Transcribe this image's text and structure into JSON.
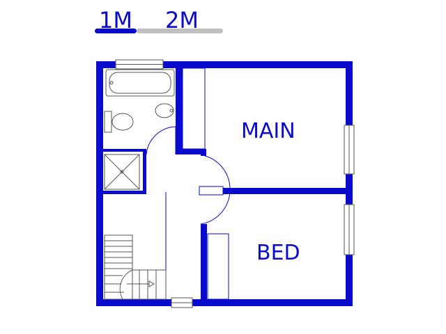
{
  "scale_bar": {
    "label_1": "1M",
    "label_2": "2M"
  },
  "rooms": {
    "main": "MAIN",
    "bed": "BED"
  },
  "colors": {
    "walls": "#0a0acc",
    "text": "#0a0acc",
    "scale_inactive": "#c0c0c0",
    "fixtures": "#555555"
  }
}
